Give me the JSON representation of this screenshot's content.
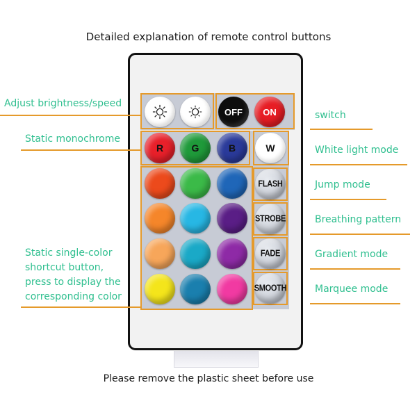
{
  "header": {
    "title": "Detailed explanation of remote control buttons"
  },
  "footer": {
    "note": "Please remove the plastic sheet before use"
  },
  "labels_left": {
    "brightness": "Adjust brightness/speed",
    "monochrome": "Static monochrome",
    "shortcut_line1": "Static single-color",
    "shortcut_line2": "shortcut button,",
    "shortcut_line3": "press to display the",
    "shortcut_line4": "corresponding color"
  },
  "labels_right": {
    "switch": "switch",
    "white": "White light mode",
    "jump": "Jump mode",
    "breathing": "Breathing pattern",
    "gradient": "Gradient mode",
    "marquee": "Marquee mode"
  },
  "buttons": {
    "off": "OFF",
    "on": "ON",
    "r": "R",
    "g": "G",
    "b": "B",
    "w": "W",
    "flash": "FLASH",
    "strobe": "STROBE",
    "fade": "FADE",
    "smooth": "SMOOTH"
  },
  "icons": {
    "brightness_up": "sun-icon",
    "brightness_down": "sun-dim-icon"
  },
  "colors": {
    "label_text": "#2fbf8f",
    "frame": "#e59a2b",
    "grid": [
      [
        "#ec4a1c",
        "#3bba48",
        "#1f66b8"
      ],
      [
        "#f5862a",
        "#27b7e4",
        "#5a1e86"
      ],
      [
        "#f7a65a",
        "#1aa9c7",
        "#8e2aa6"
      ],
      [
        "#f4e51b",
        "#1a7fae",
        "#f13aa2"
      ]
    ],
    "red": "#e8202a",
    "green": "#1f9a3a",
    "blue": "#2a3a9a"
  }
}
